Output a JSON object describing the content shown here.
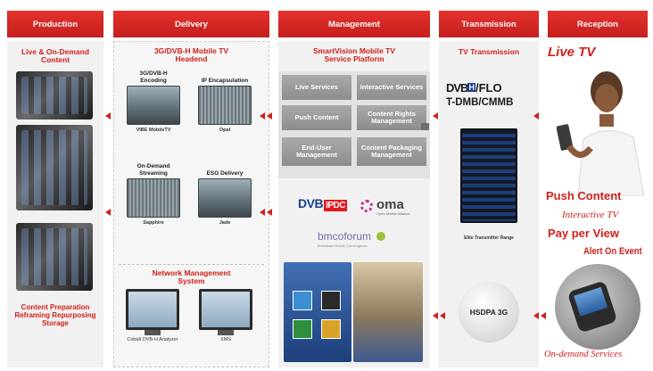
{
  "columns": {
    "production": {
      "title": "Production",
      "subtitle": "Live & On-Demand Content",
      "bottom": "Content Preparation Reframing Repurposing Storage"
    },
    "delivery": {
      "title": "Delivery",
      "subtitle": "3G/DVB-H Mobile TV Headend",
      "devices": [
        {
          "caption": "3G/DVB-H Encoding",
          "name": "VIBE MobileTV"
        },
        {
          "caption": "IP Encapsulation",
          "name": "Opal"
        },
        {
          "caption": "On-Demand Streaming",
          "name": "Sapphire"
        },
        {
          "caption": "ESG Delivery",
          "name": "Jade"
        }
      ],
      "nms_title": "Network Management System",
      "monitors": [
        {
          "name": "Cobalt DVB-H Analyzer"
        },
        {
          "name": "XMS"
        }
      ]
    },
    "management": {
      "title": "Management",
      "subtitle": "SmartVision Mobile TV Service Platform",
      "buttons": [
        "Live Services",
        "Interactive Services",
        "Push Content",
        "Content Rights Management",
        "End-User Management",
        "Content Packaging Management"
      ],
      "logos": {
        "dvb": "DVB",
        "ipdc": "IPDC",
        "oma": "oma",
        "oma_sub": "Open Mobile Alliance",
        "bmco": "bmcoforum",
        "bmco_sub": "Broadcast Mobile Convergence"
      }
    },
    "transmission": {
      "title": "Transmission",
      "subtitle": "TV Transmission",
      "standard_line1": "/FLO",
      "standard_line2": "T-DMB/CMMB",
      "dvb_mark": "DVB",
      "dvb_h": "H",
      "rack_caption": "Elite Transmitter Range",
      "hsdpa": "HSDPA 3G"
    },
    "reception": {
      "title": "Reception",
      "live_tv": "Live TV",
      "push_content": "Push Content",
      "interactive_tv": "Interactive TV",
      "pay_per_view": "Pay per View",
      "alert": "Alert On Event",
      "on_demand": "On-demand Services"
    }
  },
  "colors": {
    "header_red": "#d0201c",
    "accent_red": "#d0201c",
    "button_gray": "#9a9a9a"
  }
}
